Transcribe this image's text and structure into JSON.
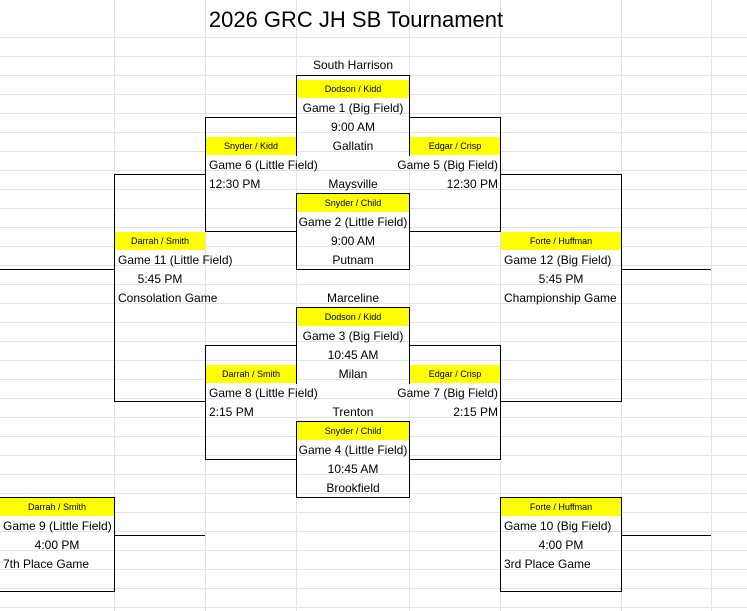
{
  "title": "2026 GRC JH SB Tournament",
  "teams": {
    "south_harrison": "South Harrison",
    "gallatin": "Gallatin",
    "maysville": "Maysville",
    "putnam": "Putnam",
    "marceline": "Marceline",
    "milan": "Milan",
    "trenton": "Trenton",
    "brookfield": "Brookfield"
  },
  "games": {
    "g1": {
      "umps": "Dodson / Kidd",
      "name": "Game 1 (Big Field)",
      "time": "9:00 AM"
    },
    "g2": {
      "umps": "Snyder / Child",
      "name": "Game 2 (Little Field)",
      "time": "9:00 AM"
    },
    "g3": {
      "umps": "Dodson / Kidd",
      "name": "Game 3 (Big Field)",
      "time": "10:45 AM"
    },
    "g4": {
      "umps": "Snyder / Child",
      "name": "Game 4 (Little Field)",
      "time": "10:45 AM"
    },
    "g5": {
      "umps": "Edgar / Crisp",
      "name": "Game 5 (Big Field)",
      "time": "12:30 PM"
    },
    "g6": {
      "umps": "Snyder / Kidd",
      "name": "Game 6 (Little Field)",
      "time": "12:30 PM"
    },
    "g7": {
      "umps": "Edgar / Crisp",
      "name": "Game 7 (Big Field)",
      "time": "2:15 PM"
    },
    "g8": {
      "umps": "Darrah / Smith",
      "name": "Game 8 (Little Field)",
      "time": "2:15 PM"
    },
    "g9": {
      "umps": "Darrah / Smith",
      "name": "Game 9 (Little Field)",
      "time": "4:00 PM",
      "label": "7th Place Game"
    },
    "g10": {
      "umps": "Forte / Huffman",
      "name": "Game 10 (Big Field)",
      "time": "4:00 PM",
      "label": "3rd Place Game"
    },
    "g11": {
      "umps": "Darrah / Smith",
      "name": "Game 11 (Little Field)",
      "time": "5:45 PM",
      "label": "Consolation Game"
    },
    "g12": {
      "umps": "Forte / Huffman",
      "name": "Game 12 (Big Field)",
      "time": "5:45 PM",
      "label": "Championship Game"
    }
  },
  "colors": {
    "highlight": "#ffff00",
    "gridline": "#e2e3e3",
    "border": "#000000"
  }
}
